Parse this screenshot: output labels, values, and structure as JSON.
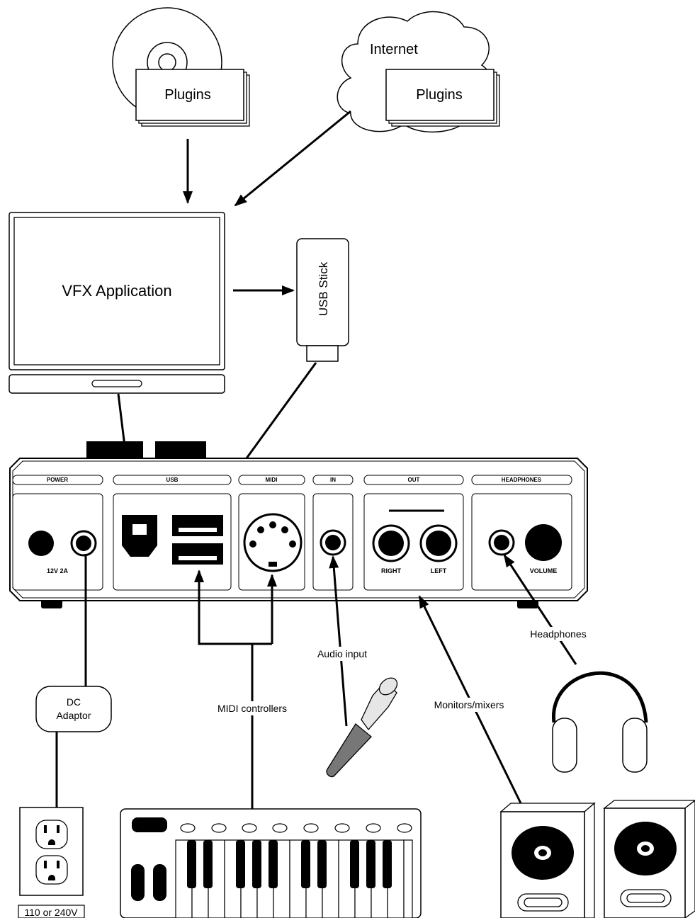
{
  "sources": {
    "cd_plugins_label": "Plugins",
    "internet_label": "Internet",
    "internet_plugins_label": "Plugins"
  },
  "computer": {
    "screen_label": "VFX Application"
  },
  "usb_stick": {
    "label": "USB Stick"
  },
  "device": {
    "sections": {
      "power": "POWER",
      "usb": "USB",
      "midi": "MIDI",
      "in": "IN",
      "out": "OUT",
      "headphones": "HEADPHONES"
    },
    "power_rating": "12V 2A",
    "out_right": "RIGHT",
    "out_left": "LEFT",
    "volume": "VOLUME"
  },
  "connections": {
    "headphones": "Headphones",
    "audio_input": "Audio input",
    "monitors": "Monitors/mixers",
    "midi_controllers": "MIDI controllers",
    "dc_adaptor_line1": "DC",
    "dc_adaptor_line2": "Adaptor",
    "outlet_voltage": "110 or 240V"
  },
  "colors": {
    "ink": "#000000",
    "paper": "#ffffff",
    "shade": "#e6e6e6",
    "mic_body": "#777777"
  }
}
